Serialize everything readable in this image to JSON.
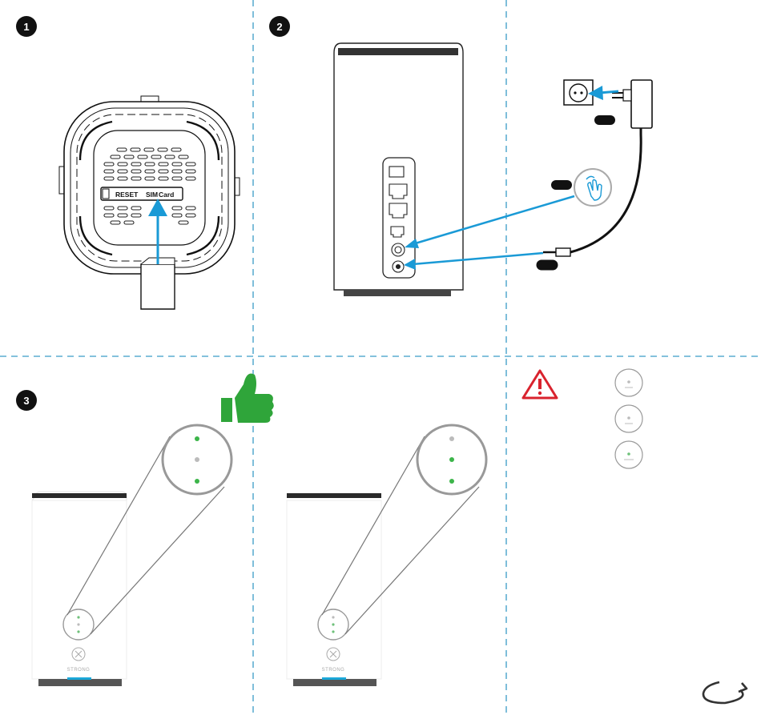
{
  "steps": {
    "step1": {
      "number": "1"
    },
    "step2": {
      "number": "2"
    },
    "step3": {
      "number": "3"
    }
  },
  "sim_tray": {
    "reset_label": "RESET",
    "sim_label": "SIM",
    "card_label": "Card"
  },
  "brand": {
    "logo_text": "STRONG"
  },
  "colors": {
    "accent_arrow": "#1a9ad6",
    "divider": "#3a9cc6",
    "led_green": "#3cb54a",
    "warning_red": "#d9232e",
    "thumb_green": "#2fa53a"
  },
  "icons": {
    "thumbs_up": "thumbs-up-icon",
    "warning": "warning-icon",
    "touch": "touch-icon",
    "rotate": "rotate-arrow-icon"
  }
}
